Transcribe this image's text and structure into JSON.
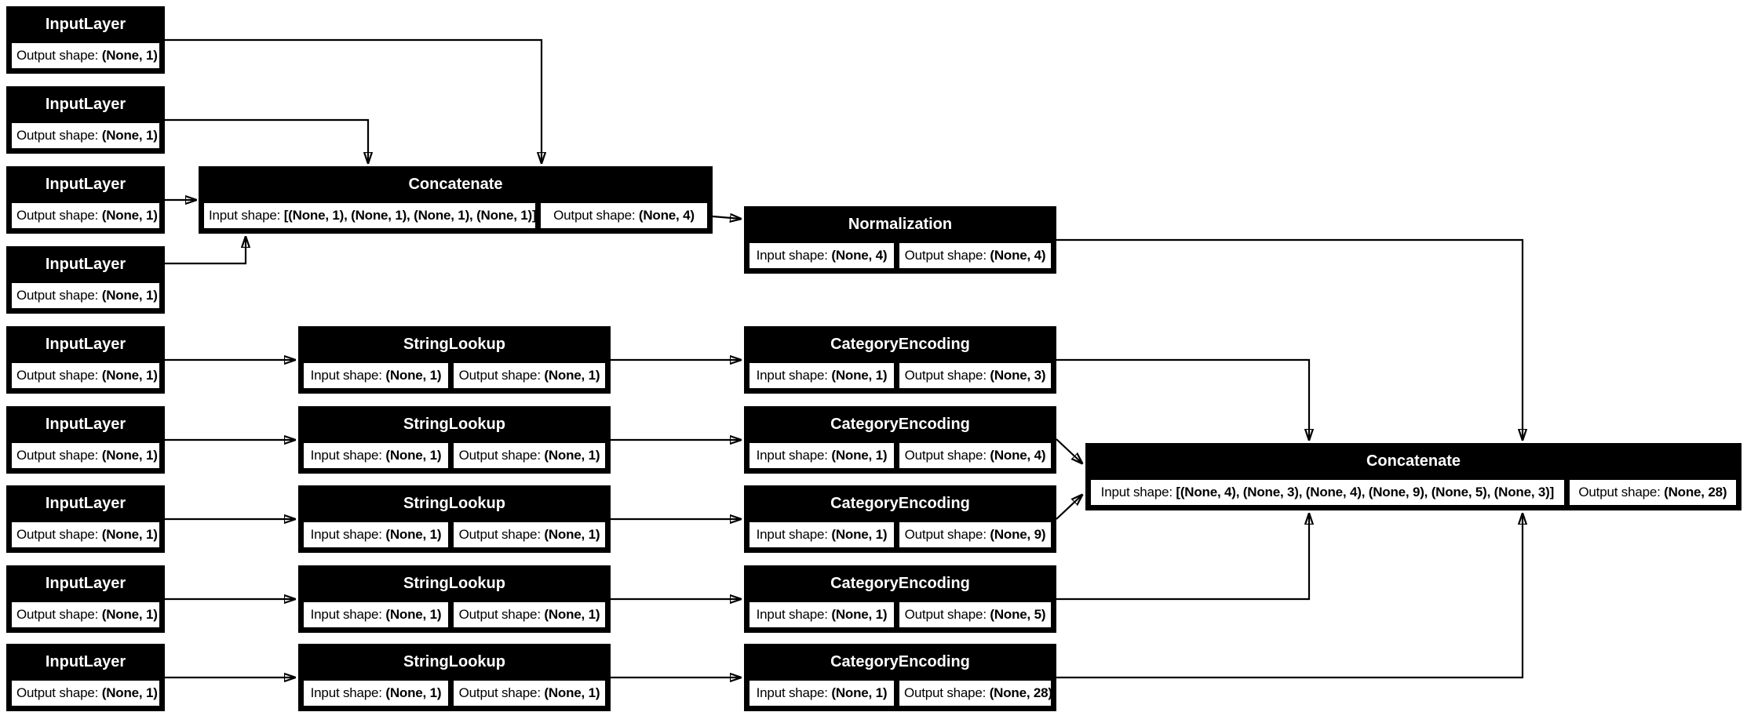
{
  "labels": {
    "input_prefix": "Input shape: ",
    "output_prefix": "Output shape: "
  },
  "colors": {
    "node_header_fill": "#000000",
    "node_header_text": "#ffffff",
    "cell_fill": "#ffffff",
    "cell_text": "#000000",
    "edge": "#000000",
    "background": "#ffffff"
  },
  "nodes": {
    "il1": {
      "title": "InputLayer",
      "output_shape": "(None, 1)"
    },
    "il2": {
      "title": "InputLayer",
      "output_shape": "(None, 1)"
    },
    "il3": {
      "title": "InputLayer",
      "output_shape": "(None, 1)"
    },
    "il4": {
      "title": "InputLayer",
      "output_shape": "(None, 1)"
    },
    "il5": {
      "title": "InputLayer",
      "output_shape": "(None, 1)"
    },
    "il6": {
      "title": "InputLayer",
      "output_shape": "(None, 1)"
    },
    "il7": {
      "title": "InputLayer",
      "output_shape": "(None, 1)"
    },
    "il8": {
      "title": "InputLayer",
      "output_shape": "(None, 1)"
    },
    "il9": {
      "title": "InputLayer",
      "output_shape": "(None, 1)"
    },
    "concat1": {
      "title": "Concatenate",
      "input_shape": "[(None, 1), (None, 1), (None, 1), (None, 1)]",
      "output_shape": "(None, 4)"
    },
    "norm": {
      "title": "Normalization",
      "input_shape": "(None, 4)",
      "output_shape": "(None, 4)"
    },
    "sl1": {
      "title": "StringLookup",
      "input_shape": "(None, 1)",
      "output_shape": "(None, 1)"
    },
    "sl2": {
      "title": "StringLookup",
      "input_shape": "(None, 1)",
      "output_shape": "(None, 1)"
    },
    "sl3": {
      "title": "StringLookup",
      "input_shape": "(None, 1)",
      "output_shape": "(None, 1)"
    },
    "sl4": {
      "title": "StringLookup",
      "input_shape": "(None, 1)",
      "output_shape": "(None, 1)"
    },
    "sl5": {
      "title": "StringLookup",
      "input_shape": "(None, 1)",
      "output_shape": "(None, 1)"
    },
    "ce1": {
      "title": "CategoryEncoding",
      "input_shape": "(None, 1)",
      "output_shape": "(None, 3)"
    },
    "ce2": {
      "title": "CategoryEncoding",
      "input_shape": "(None, 1)",
      "output_shape": "(None, 4)"
    },
    "ce3": {
      "title": "CategoryEncoding",
      "input_shape": "(None, 1)",
      "output_shape": "(None, 9)"
    },
    "ce4": {
      "title": "CategoryEncoding",
      "input_shape": "(None, 1)",
      "output_shape": "(None, 5)"
    },
    "ce5": {
      "title": "CategoryEncoding",
      "input_shape": "(None, 1)",
      "output_shape": "(None, 28)"
    },
    "concat2": {
      "title": "Concatenate",
      "input_shape": "[(None, 4), (None, 3), (None, 4), (None, 9), (None, 5), (None, 3)]",
      "output_shape": "(None, 28)"
    }
  }
}
